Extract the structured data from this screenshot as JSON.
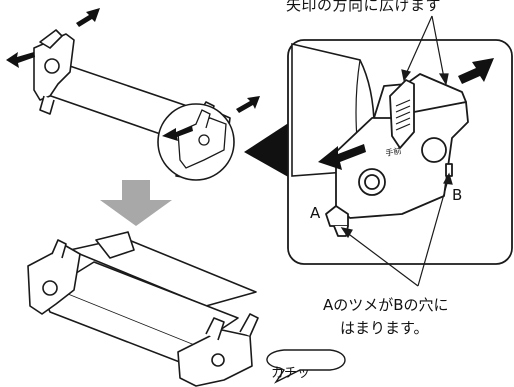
{
  "callout": {
    "direction_caption": "矢印の方向に広げます",
    "label_a": "A",
    "label_b": "B",
    "hook_caption_line1": "AのツメがBの穴に",
    "hook_caption_line2": "はまります。",
    "arrow_text": "手前"
  },
  "sound": {
    "click_text": "カチッ"
  },
  "colors": {
    "line": "#1a1a1a",
    "arrow_gray": "#a8a8a8",
    "callout_bg": "#ffffff",
    "ribbon": "#ffffff"
  }
}
